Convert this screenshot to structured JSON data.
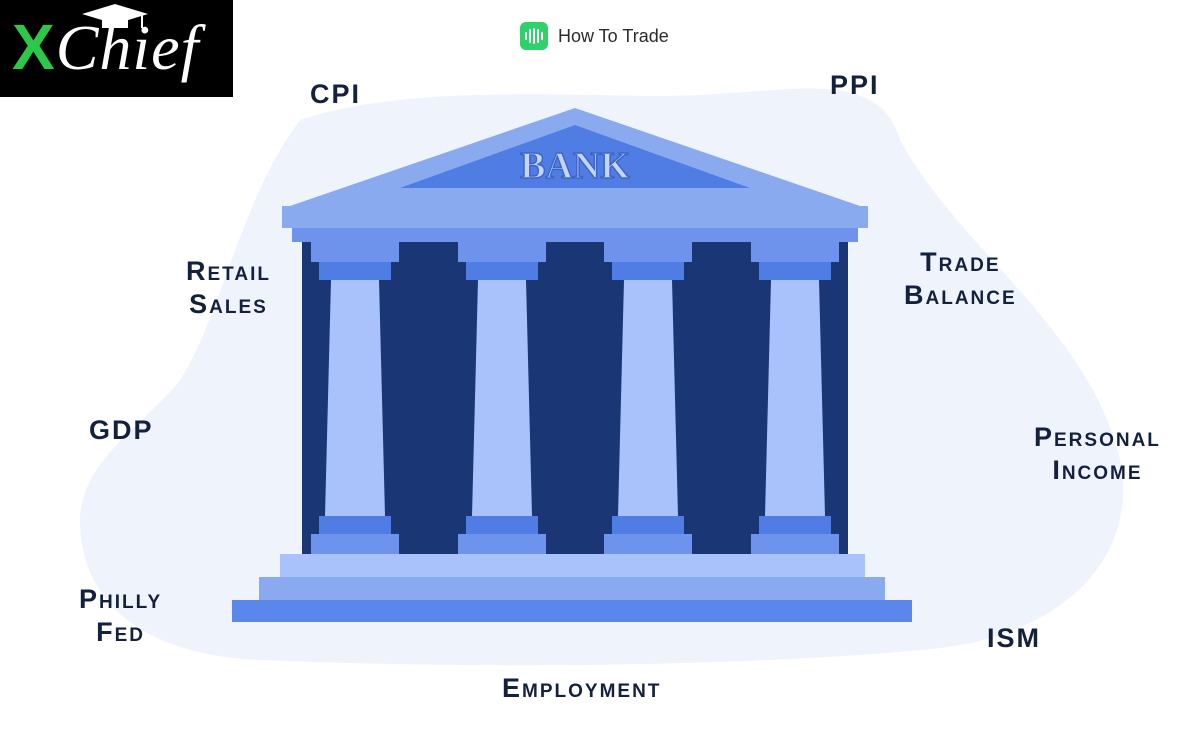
{
  "logo": {
    "text_x": "X",
    "text_rest": "Chief"
  },
  "brand": {
    "name": "How To Trade",
    "icon": "bars-icon",
    "color": "#2fd16b"
  },
  "bank_label": "BANK",
  "colors": {
    "blob": "#eef3fc",
    "roof_dark": "#4f7de3",
    "roof_light": "#8aaaf0",
    "column": "#a9c2fb",
    "interior": "#1b3675",
    "label_text": "#14213d"
  },
  "indicators": {
    "cpi": "CPI",
    "ppi": "PPI",
    "retail_sales": [
      "Retail",
      "Sales"
    ],
    "trade_balance": [
      "Trade",
      "Balance"
    ],
    "gdp": "GDP",
    "personal_income": [
      "Personal",
      "Income"
    ],
    "philly_fed": [
      "Philly",
      "Fed"
    ],
    "ism": "ISM",
    "employment": "Employment"
  }
}
